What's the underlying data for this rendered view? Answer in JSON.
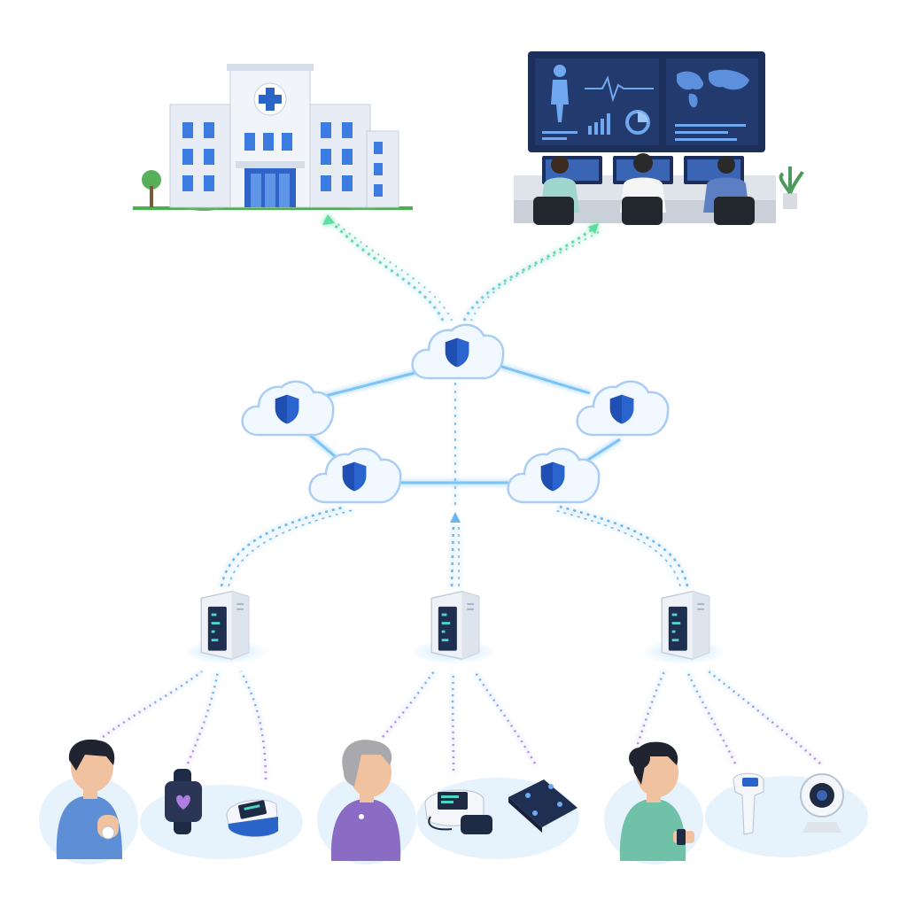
{
  "colors": {
    "background": "#ffffff",
    "cloud_fill": "#f2f8ff",
    "cloud_stroke": "#a9cdf3",
    "shield": "#1f4fb3",
    "mesh_link": "#7cc4f5",
    "uplink_green": "#5fdca0",
    "flow_blue": "#6ab7ef",
    "flow_purple": "#b58ae8",
    "server_body": "#eef2f7",
    "server_panel": "#1f2f52",
    "dashboard": "#1c2f5b",
    "hospital_wall": "#e8edf5",
    "hospital_window": "#3c7be0",
    "cross": "#2b64c8",
    "ground_green": "#4caf50"
  },
  "nodes": {
    "destinations": [
      {
        "id": "hospital",
        "icon": "hospital-building-icon"
      },
      {
        "id": "monitoring-center",
        "icon": "monitoring-control-room-icon"
      }
    ],
    "cloud_mesh": [
      {
        "id": "cloud-top",
        "icon": "shield-icon"
      },
      {
        "id": "cloud-left",
        "icon": "shield-icon"
      },
      {
        "id": "cloud-right",
        "icon": "shield-icon"
      },
      {
        "id": "cloud-bottom-left",
        "icon": "shield-icon"
      },
      {
        "id": "cloud-bottom-right",
        "icon": "shield-icon"
      }
    ],
    "edge_servers": [
      {
        "id": "server-left",
        "icon": "edge-server-icon"
      },
      {
        "id": "server-center",
        "icon": "edge-server-icon"
      },
      {
        "id": "server-right",
        "icon": "edge-server-icon"
      }
    ],
    "patients": [
      {
        "id": "patient-man",
        "icon": "patient-man-with-arm-sensor-icon",
        "devices": [
          "smartwatch-heart-icon",
          "pulse-oximeter-icon"
        ]
      },
      {
        "id": "patient-elderly-woman",
        "icon": "patient-elderly-woman-icon",
        "devices": [
          "blood-pressure-monitor-icon",
          "smart-scale-icon"
        ]
      },
      {
        "id": "patient-woman",
        "icon": "patient-woman-with-wrist-sensor-icon",
        "devices": [
          "infrared-thermometer-icon",
          "home-camera-icon"
        ]
      }
    ]
  }
}
